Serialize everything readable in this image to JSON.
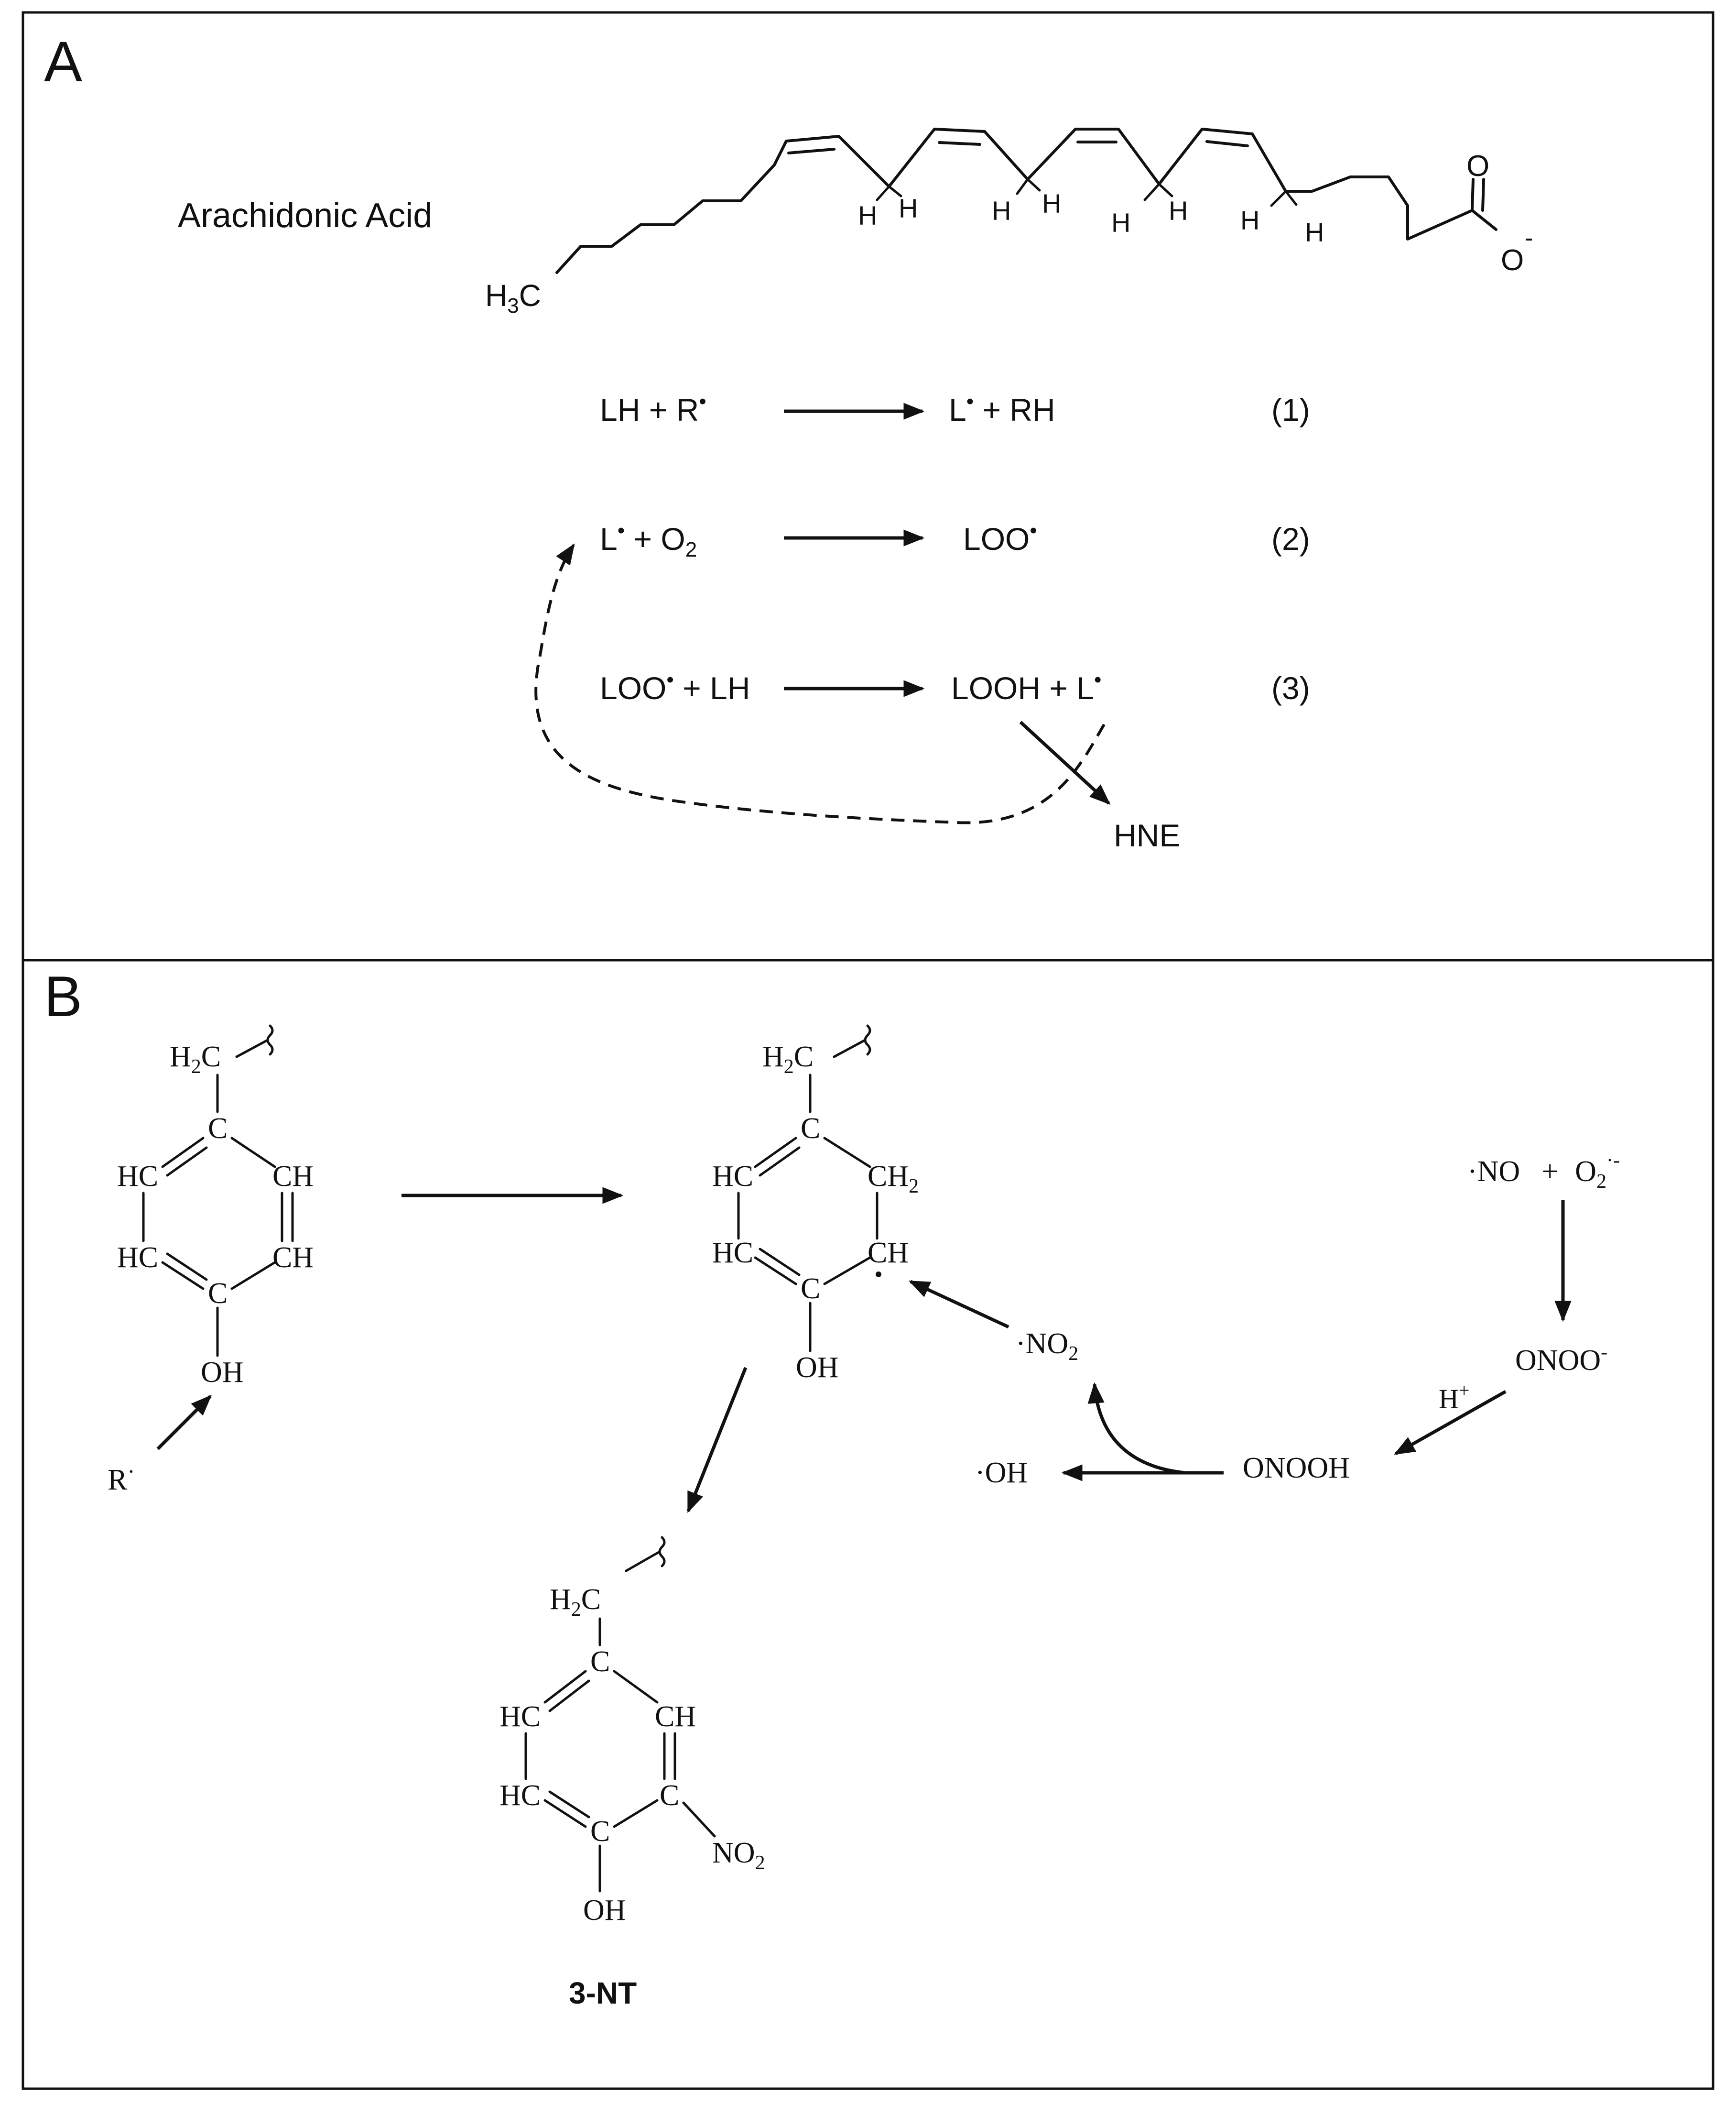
{
  "panel_a": {
    "label": "A",
    "molecule_name": "Arachidonic Acid",
    "methyl_group": {
      "main": "H",
      "sub": "3",
      "tail": "C"
    },
    "carboxylate": {
      "carbonyl_o": "O",
      "oxide_o": "O",
      "charge": "-"
    },
    "bisallylic_h": "H",
    "reactions": [
      {
        "lhs": [
          {
            "t": "LH  +  R"
          },
          {
            "t": "•",
            "sup": true
          }
        ],
        "rhs": [
          {
            "t": "L"
          },
          {
            "t": "•",
            "sup": true
          },
          {
            "t": "   +  RH"
          }
        ],
        "number": "(1)"
      },
      {
        "lhs": [
          {
            "t": "L"
          },
          {
            "t": "•",
            "sup": true
          },
          {
            "t": "    +   O"
          },
          {
            "t": "2",
            "sub": true
          }
        ],
        "rhs": [
          {
            "t": "LOO"
          },
          {
            "t": "•",
            "sup": true
          }
        ],
        "number": "(2)"
      },
      {
        "lhs": [
          {
            "t": "LOO"
          },
          {
            "t": "•",
            "sup": true
          },
          {
            "t": " + LH"
          }
        ],
        "rhs": [
          {
            "t": "LOOH  + L"
          },
          {
            "t": "•",
            "sup": true
          }
        ],
        "number": "(3)"
      }
    ],
    "product": "HNE"
  },
  "panel_b": {
    "label": "B",
    "ring_labels": {
      "h2c": {
        "main": "H",
        "sub": "2",
        "tail": "C"
      },
      "c": "C",
      "hc": "HC",
      "ch": "CH",
      "ch2": {
        "main": "CH",
        "sub": "2"
      },
      "oh": "OH",
      "no2_sub": {
        "main": "NO",
        "sub": "2"
      }
    },
    "attacking_radical": {
      "main": "R",
      "dot": "·"
    },
    "nitrogen_species": {
      "no_radical": "·NO",
      "plus": "+",
      "superoxide": {
        "main": "O",
        "sub": "2",
        "sup": "·-"
      },
      "peroxynitrite": {
        "main": "ONOO",
        "sup": "-"
      },
      "proton": {
        "main": "H",
        "sup": "+"
      },
      "peroxynitrous_acid": "ONOOH",
      "hydroxyl_radical": "·OH",
      "nitrogen_dioxide_radical": {
        "main": "·NO",
        "sub": "2"
      }
    },
    "product_name": "3-NT"
  }
}
